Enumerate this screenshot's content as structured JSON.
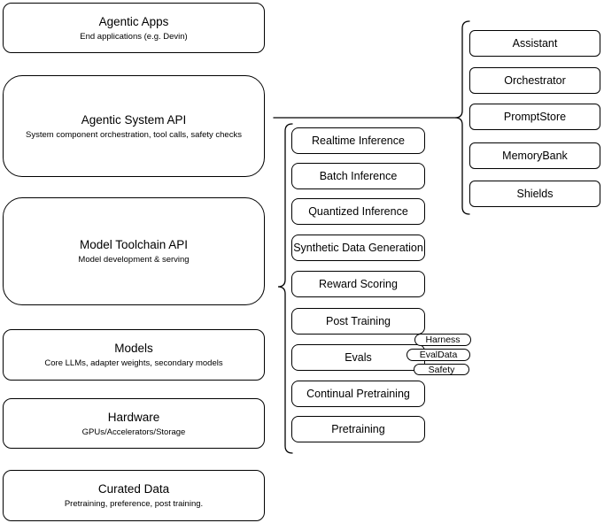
{
  "left_stack": [
    {
      "title": "Agentic Apps",
      "subtitle": "End applications (e.g. Devin)"
    },
    {
      "title": "Agentic System API",
      "subtitle": "System component orchestration, tool calls, safety checks"
    },
    {
      "title": "Model Toolchain API",
      "subtitle": "Model development & serving"
    },
    {
      "title": "Models",
      "subtitle": "Core LLMs, adapter weights, secondary models"
    },
    {
      "title": "Hardware",
      "subtitle": "GPUs/Accelerators/Storage"
    },
    {
      "title": "Curated Data",
      "subtitle": "Pretraining, preference, post training."
    }
  ],
  "toolchain": {
    "items": [
      "Realtime Inference",
      "Batch Inference",
      "Quantized Inference",
      "Synthetic Data Generation",
      "Reward Scoring",
      "Post Training",
      "Evals",
      "Continual Pretraining",
      "Pretraining"
    ]
  },
  "eval_tags": [
    "Harness",
    "EvalData",
    "Safety"
  ],
  "system_components": [
    "Assistant",
    "Orchestrator",
    "PromptStore",
    "MemoryBank",
    "Shields"
  ],
  "colors": {
    "stroke": "#000000",
    "fill": "#ffffff",
    "background": "#ffffff",
    "text": "#000000"
  }
}
